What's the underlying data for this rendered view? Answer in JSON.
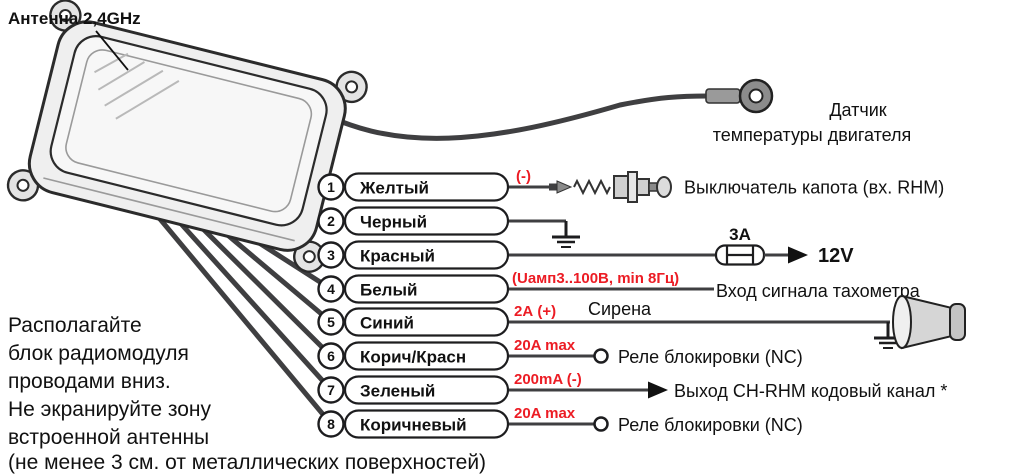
{
  "antenna_label": "Антенна 2,4GHz",
  "temp_sensor": {
    "line1": "Датчик",
    "line2": "температуры двигателя"
  },
  "note_lines": [
    "Располагайте",
    "блок радиомодуля",
    "проводами вниз.",
    "Не экранируйте зону",
    "встроенной антенны",
    "(не менее 3 см. от металлических поверхностей)"
  ],
  "wires": [
    {
      "num": "1",
      "name": "Желтый",
      "spec": "(-)",
      "desc": "Выключатель капота (вх. RHM)"
    },
    {
      "num": "2",
      "name": "Черный",
      "spec": "",
      "desc": ""
    },
    {
      "num": "3",
      "name": "Красный",
      "spec": "",
      "fuse_rating": "3А",
      "desc": "12V"
    },
    {
      "num": "4",
      "name": "Белый",
      "spec": "(Uамп3..100В, min 8Гц)",
      "desc": "Вход сигнала тахометра"
    },
    {
      "num": "5",
      "name": "Синий",
      "spec": "2А (+)",
      "desc": "Сирена"
    },
    {
      "num": "6",
      "name": "Корич/Красн",
      "spec": "20A max",
      "desc": "Реле блокировки (NC)"
    },
    {
      "num": "7",
      "name": "Зеленый",
      "spec": "200mA (-)",
      "desc": "Выход CH-RHM кодовый канал *"
    },
    {
      "num": "8",
      "name": "Коричневый",
      "spec": "20A max",
      "desc": "Реле блокировки (NC)"
    }
  ],
  "colors": {
    "spec-red": "#ec1c24",
    "wire": "#3f3f41",
    "ink": "#111111"
  }
}
